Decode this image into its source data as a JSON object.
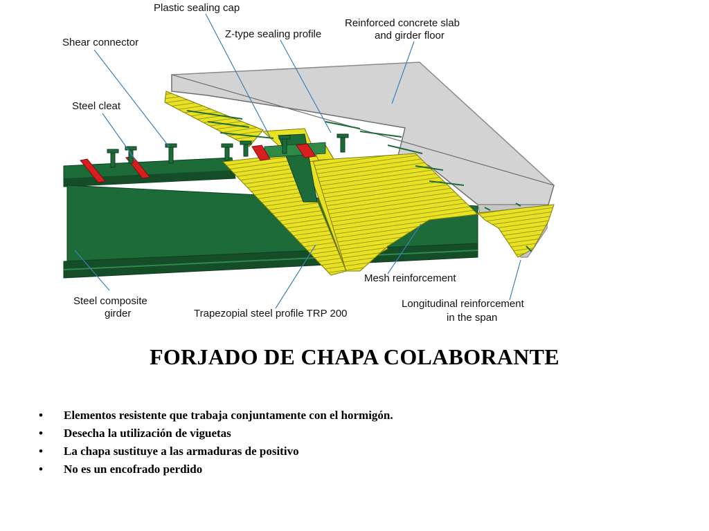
{
  "diagram": {
    "labels": {
      "plastic_sealing_cap": "Plastic sealing cap",
      "z_type_sealing_profile": "Z-type sealing profile",
      "slab_line1": "Reinforced concrete slab",
      "slab_line2": "and girder floor",
      "shear_connector": "Shear connector",
      "steel_cleat": "Steel cleat",
      "girder_line1": "Steel composite",
      "girder_line2": "girder",
      "trapezoidal_profile": "Trapezopial steel profile TRP 200",
      "mesh_reinforcement": "Mesh reinforcement",
      "longitudinal_line1": "Longitudinal reinforcement",
      "longitudinal_line2": "in the span"
    },
    "colors": {
      "girder": "#1e6b3a",
      "girder_dark": "#154d29",
      "steel_profile": "#e8e222",
      "steel_profile_edge": "#7d7a10",
      "concrete": "#d3d3d3",
      "concrete_edge": "#8a8a8a",
      "cleat": "#d62020",
      "leader": "#3d7fb8"
    }
  },
  "title": "FORJADO DE CHAPA COLABORANTE",
  "bullets": [
    "Elementos resistente que trabaja conjuntamente con el hormigón.",
    "Desecha la utilización de viguetas",
    "La chapa sustituye a las armaduras de positivo",
    "No es un encofrado perdido"
  ],
  "bullet_glyph": "•"
}
